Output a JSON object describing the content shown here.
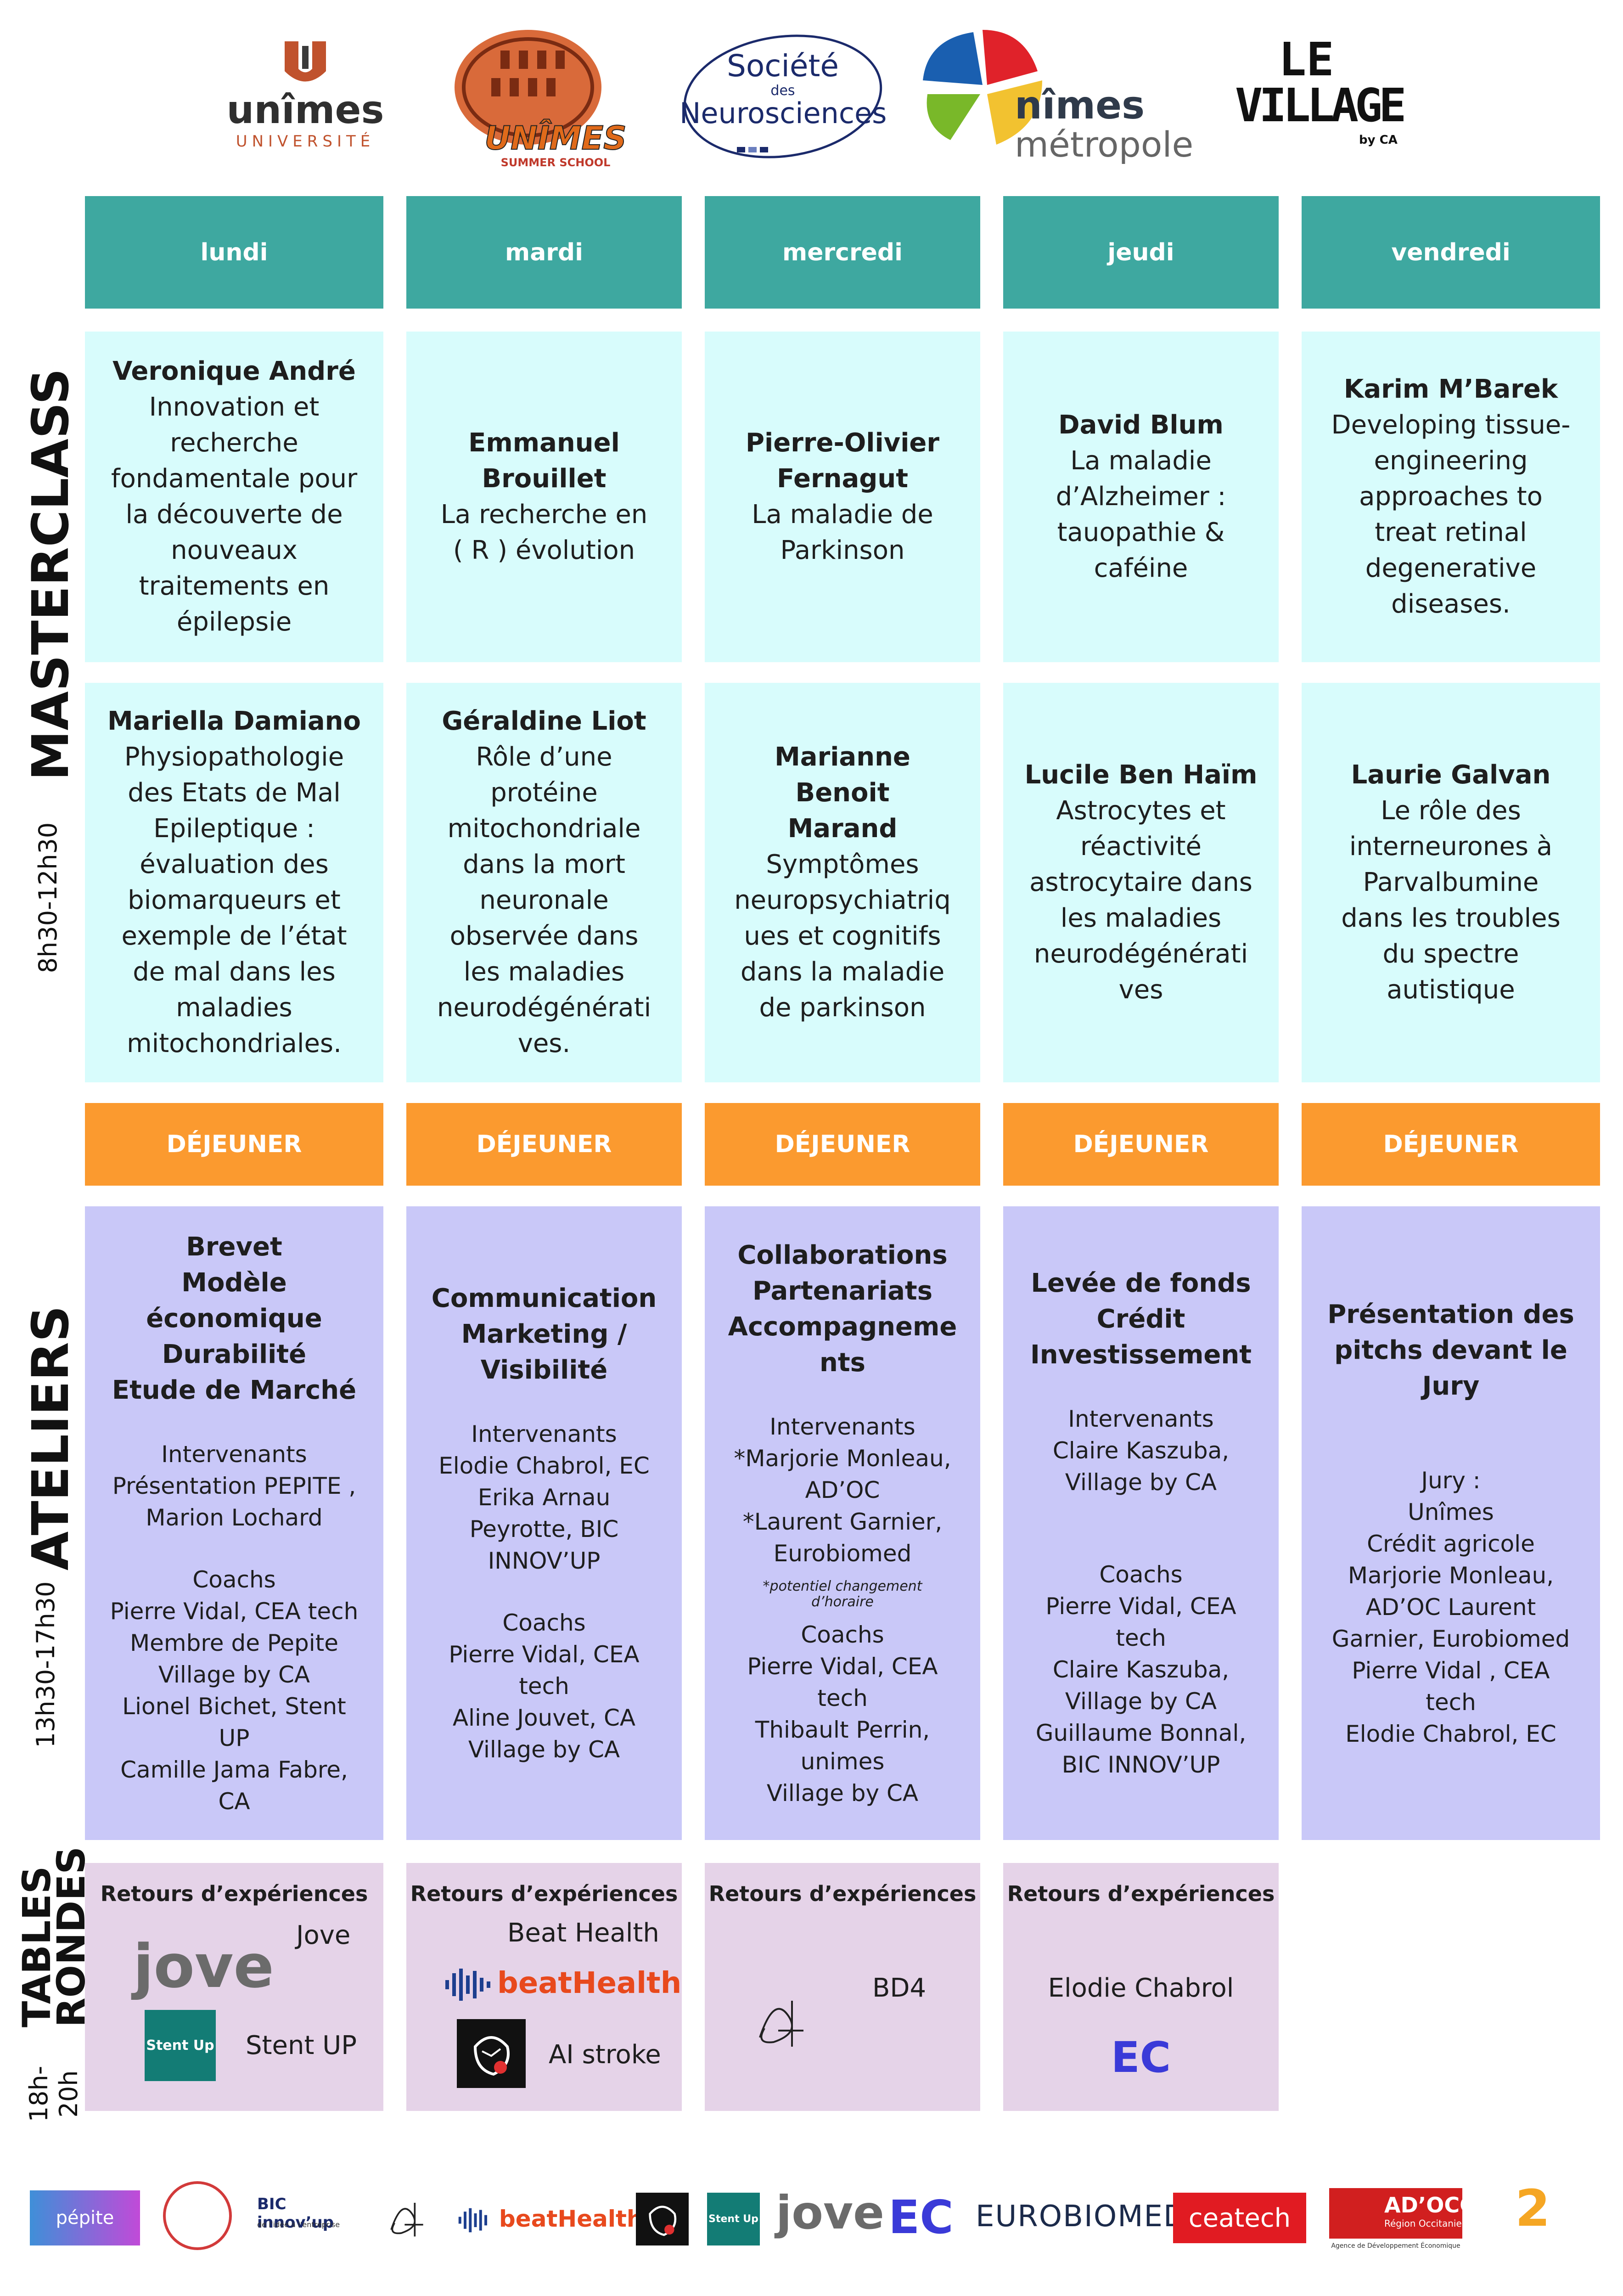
{
  "header_logos": {
    "unimes": {
      "main": "unîmes",
      "sub": "UNIVERSITÉ"
    },
    "summer": {
      "main": "UNÎMES",
      "sub": "SUMMER SCHOOL"
    },
    "sdn": {
      "line1": "Société",
      "line2": "des",
      "line3": "Neurosciences"
    },
    "nimes": {
      "main": "nîmes",
      "sub": "métropole"
    },
    "village": {
      "line1": "LE",
      "line2": "VILLAGE",
      "by": "by CA"
    }
  },
  "side_labels": {
    "masterclass": "MASTERCLASS",
    "masterclass_time": "8h30-12h30",
    "ateliers": "ATELIERS",
    "ateliers_time": "13h30-17h30",
    "tables": "TABLES",
    "rondes": "RONDES",
    "tables_time_1": "18h-",
    "tables_time_2": "20h"
  },
  "days": [
    "lundi",
    "mardi",
    "mercredi",
    "jeudi",
    "vendredi"
  ],
  "masterclass_row1": [
    {
      "name": [
        "Veronique André"
      ],
      "topic": [
        "Innovation et",
        "recherche",
        "fondamentale pour",
        "la découverte de",
        "nouveaux",
        "traitements en",
        "épilepsie"
      ]
    },
    {
      "name": [
        "Emmanuel",
        "Brouillet"
      ],
      "topic": [
        "La recherche en",
        "( R ) évolution"
      ]
    },
    {
      "name": [
        "Pierre-Olivier",
        "Fernagut"
      ],
      "topic": [
        "La maladie de",
        "Parkinson"
      ]
    },
    {
      "name": [
        "David Blum"
      ],
      "topic": [
        "La maladie",
        "d’Alzheimer :",
        "tauopathie &",
        "caféine"
      ]
    },
    {
      "name": [
        "Karim M’Barek"
      ],
      "topic": [
        "Developing tissue-",
        "engineering",
        "approaches to",
        "treat retinal",
        "degenerative",
        "diseases."
      ]
    }
  ],
  "masterclass_row2": [
    {
      "name": [
        "Mariella Damiano"
      ],
      "topic": [
        "Physiopathologie",
        "des Etats de Mal",
        "Epileptique :",
        "évaluation des",
        "biomarqueurs et",
        "exemple de l’état",
        "de mal dans les",
        "maladies",
        "mitochondriales."
      ]
    },
    {
      "name": [
        "Géraldine Liot"
      ],
      "topic": [
        "Rôle d’une",
        "protéine",
        "mitochondriale",
        "dans la mort",
        "neuronale",
        "observée dans",
        "les maladies",
        "neurodégénérati",
        "ves."
      ]
    },
    {
      "name": [
        "Marianne Benoit",
        "Marand"
      ],
      "topic": [
        "Symptômes",
        "neuropsychiatriq",
        "ues et cognitifs",
        "dans la maladie",
        "de parkinson"
      ]
    },
    {
      "name": [
        "Lucile Ben Haïm"
      ],
      "topic": [
        "Astrocytes et",
        "réactivité",
        "astrocytaire dans",
        "les maladies",
        "neurodégénérati",
        "ves"
      ]
    },
    {
      "name": [
        "Laurie Galvan"
      ],
      "topic": [
        "Le rôle des",
        "interneurones à",
        "Parvalbumine",
        "dans les troubles",
        "du spectre",
        "autistique"
      ]
    }
  ],
  "dejeuner": "DÉJEUNER",
  "ateliers": [
    {
      "title": [
        "Brevet",
        "Modèle",
        "économique",
        "Durabilité",
        "Etude de Marché"
      ],
      "body": [
        "",
        "Intervenants",
        "Présentation PEPITE ,",
        "Marion Lochard",
        "",
        "Coachs",
        "Pierre Vidal, CEA tech",
        "Membre de Pepite",
        "Village by CA",
        "Lionel Bichet, Stent",
        "UP",
        "Camille Jama Fabre,",
        "CA"
      ]
    },
    {
      "title": [
        "Communication",
        "Marketing /",
        "Visibilité"
      ],
      "body": [
        "",
        "Intervenants",
        "Elodie Chabrol, EC",
        "Erika Arnau",
        "Peyrotte, BIC",
        "INNOV’UP",
        "",
        "Coachs",
        "Pierre Vidal, CEA",
        "tech",
        "Aline Jouvet, CA",
        "Village by CA"
      ]
    },
    {
      "title": [
        "Collaborations",
        "Partenariats",
        "Accompagneme",
        "nts"
      ],
      "body": [
        "",
        "Intervenants",
        "*Marjorie Monleau,",
        "AD’OC",
        "*Laurent Garnier,",
        "Eurobiomed"
      ],
      "note": [
        "*potentiel changement",
        "d’horaire"
      ],
      "body2": [
        "Coachs",
        "Pierre Vidal, CEA",
        "tech",
        "Thibault Perrin,",
        "unimes",
        "Village by CA"
      ]
    },
    {
      "title": [
        "Levée de fonds",
        "Crédit",
        "Investissement"
      ],
      "body": [
        "",
        "Intervenants",
        "Claire Kaszuba,",
        "Village by CA",
        "",
        "",
        "Coachs",
        "Pierre Vidal, CEA",
        "tech",
        "Claire Kaszuba,",
        "Village by CA",
        "Guillaume Bonnal,",
        "BIC INNOV’UP"
      ]
    },
    {
      "title": [
        "Présentation des",
        "pitchs devant le",
        "Jury"
      ],
      "body": [
        "",
        "",
        "Jury :",
        "Unîmes",
        "Crédit agricole",
        "Marjorie Monleau,",
        "AD’OC Laurent",
        "Garnier, Eurobiomed",
        "Pierre Vidal , CEA",
        "tech",
        "Elodie Chabrol, EC"
      ]
    }
  ],
  "tables_rondes": {
    "header": "Retours d’expériences",
    "col1": {
      "item1": "Jove",
      "item2": "Stent UP",
      "logo1": "jove",
      "logo2": "Stent Up"
    },
    "col2": {
      "item1": "Beat Health",
      "logo1": "beatHealth",
      "item2": "AI stroke"
    },
    "col3": {
      "item1": "BD4"
    },
    "col4": {
      "item1": "Elodie Chabrol",
      "logo1": "EC"
    }
  },
  "footer_logos": {
    "pepite": "pépite",
    "bic": "BIC innov’up",
    "bic_sub": "de l’idée à l’entreprise",
    "beat": "beatHealth",
    "stent": "Stent Up",
    "jove": "jove",
    "ec": "EC",
    "eurobiomed": "EUROBIOMED",
    "ceatech": "ceatech",
    "adocc": "AD’OCC",
    "adocc_sub": "Région Occitanie",
    "adocc_sub2": "Agence de Développement Économique"
  },
  "page_number": "2",
  "colors": {
    "teal_header": "#3ea8a0",
    "masterclass_bg": "#d8fcfc",
    "dejeuner_bg": "#fb9a2f",
    "ateliers_bg": "#c9c8f8",
    "tables_bg": "#e5d3e8",
    "page_number": "#f5a623"
  }
}
